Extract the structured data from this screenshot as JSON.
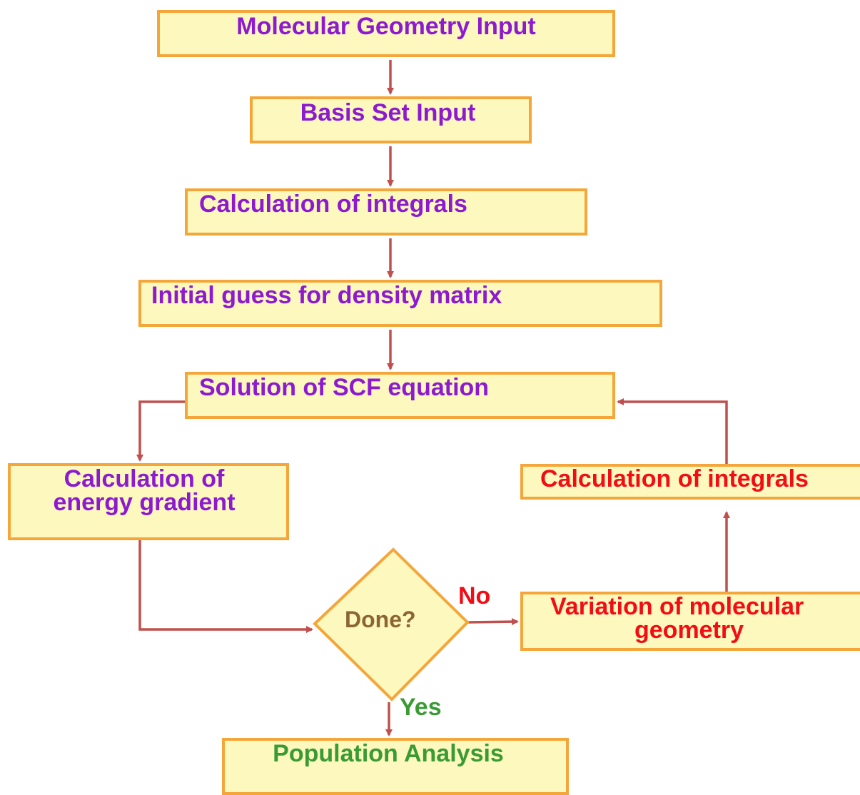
{
  "nodes": {
    "molecular_geometry_input": "Molecular Geometry Input",
    "basis_set_input": "Basis Set Input",
    "calculation_of_integrals_1": "Calculation of integrals",
    "initial_guess": "Initial guess for density matrix",
    "scf_solution": "Solution of SCF equation",
    "energy_gradient_line1": "Calculation of",
    "energy_gradient_line2": "energy gradient",
    "calculation_of_integrals_2": "Calculation of integrals",
    "decision": "Done?",
    "variation_line1": "Variation of molecular",
    "variation_line2": "geometry",
    "population_analysis": "Population Analysis"
  },
  "edge_labels": {
    "no": "No",
    "yes": "Yes"
  },
  "colors": {
    "box_fill": "#fdf8bd",
    "box_border": "#f4a63a",
    "arrow": "#c0504d",
    "text_purple": "#8c1bd0",
    "text_red": "#f20d14",
    "text_green": "#3a9a33",
    "text_brown": "#8b6534"
  }
}
